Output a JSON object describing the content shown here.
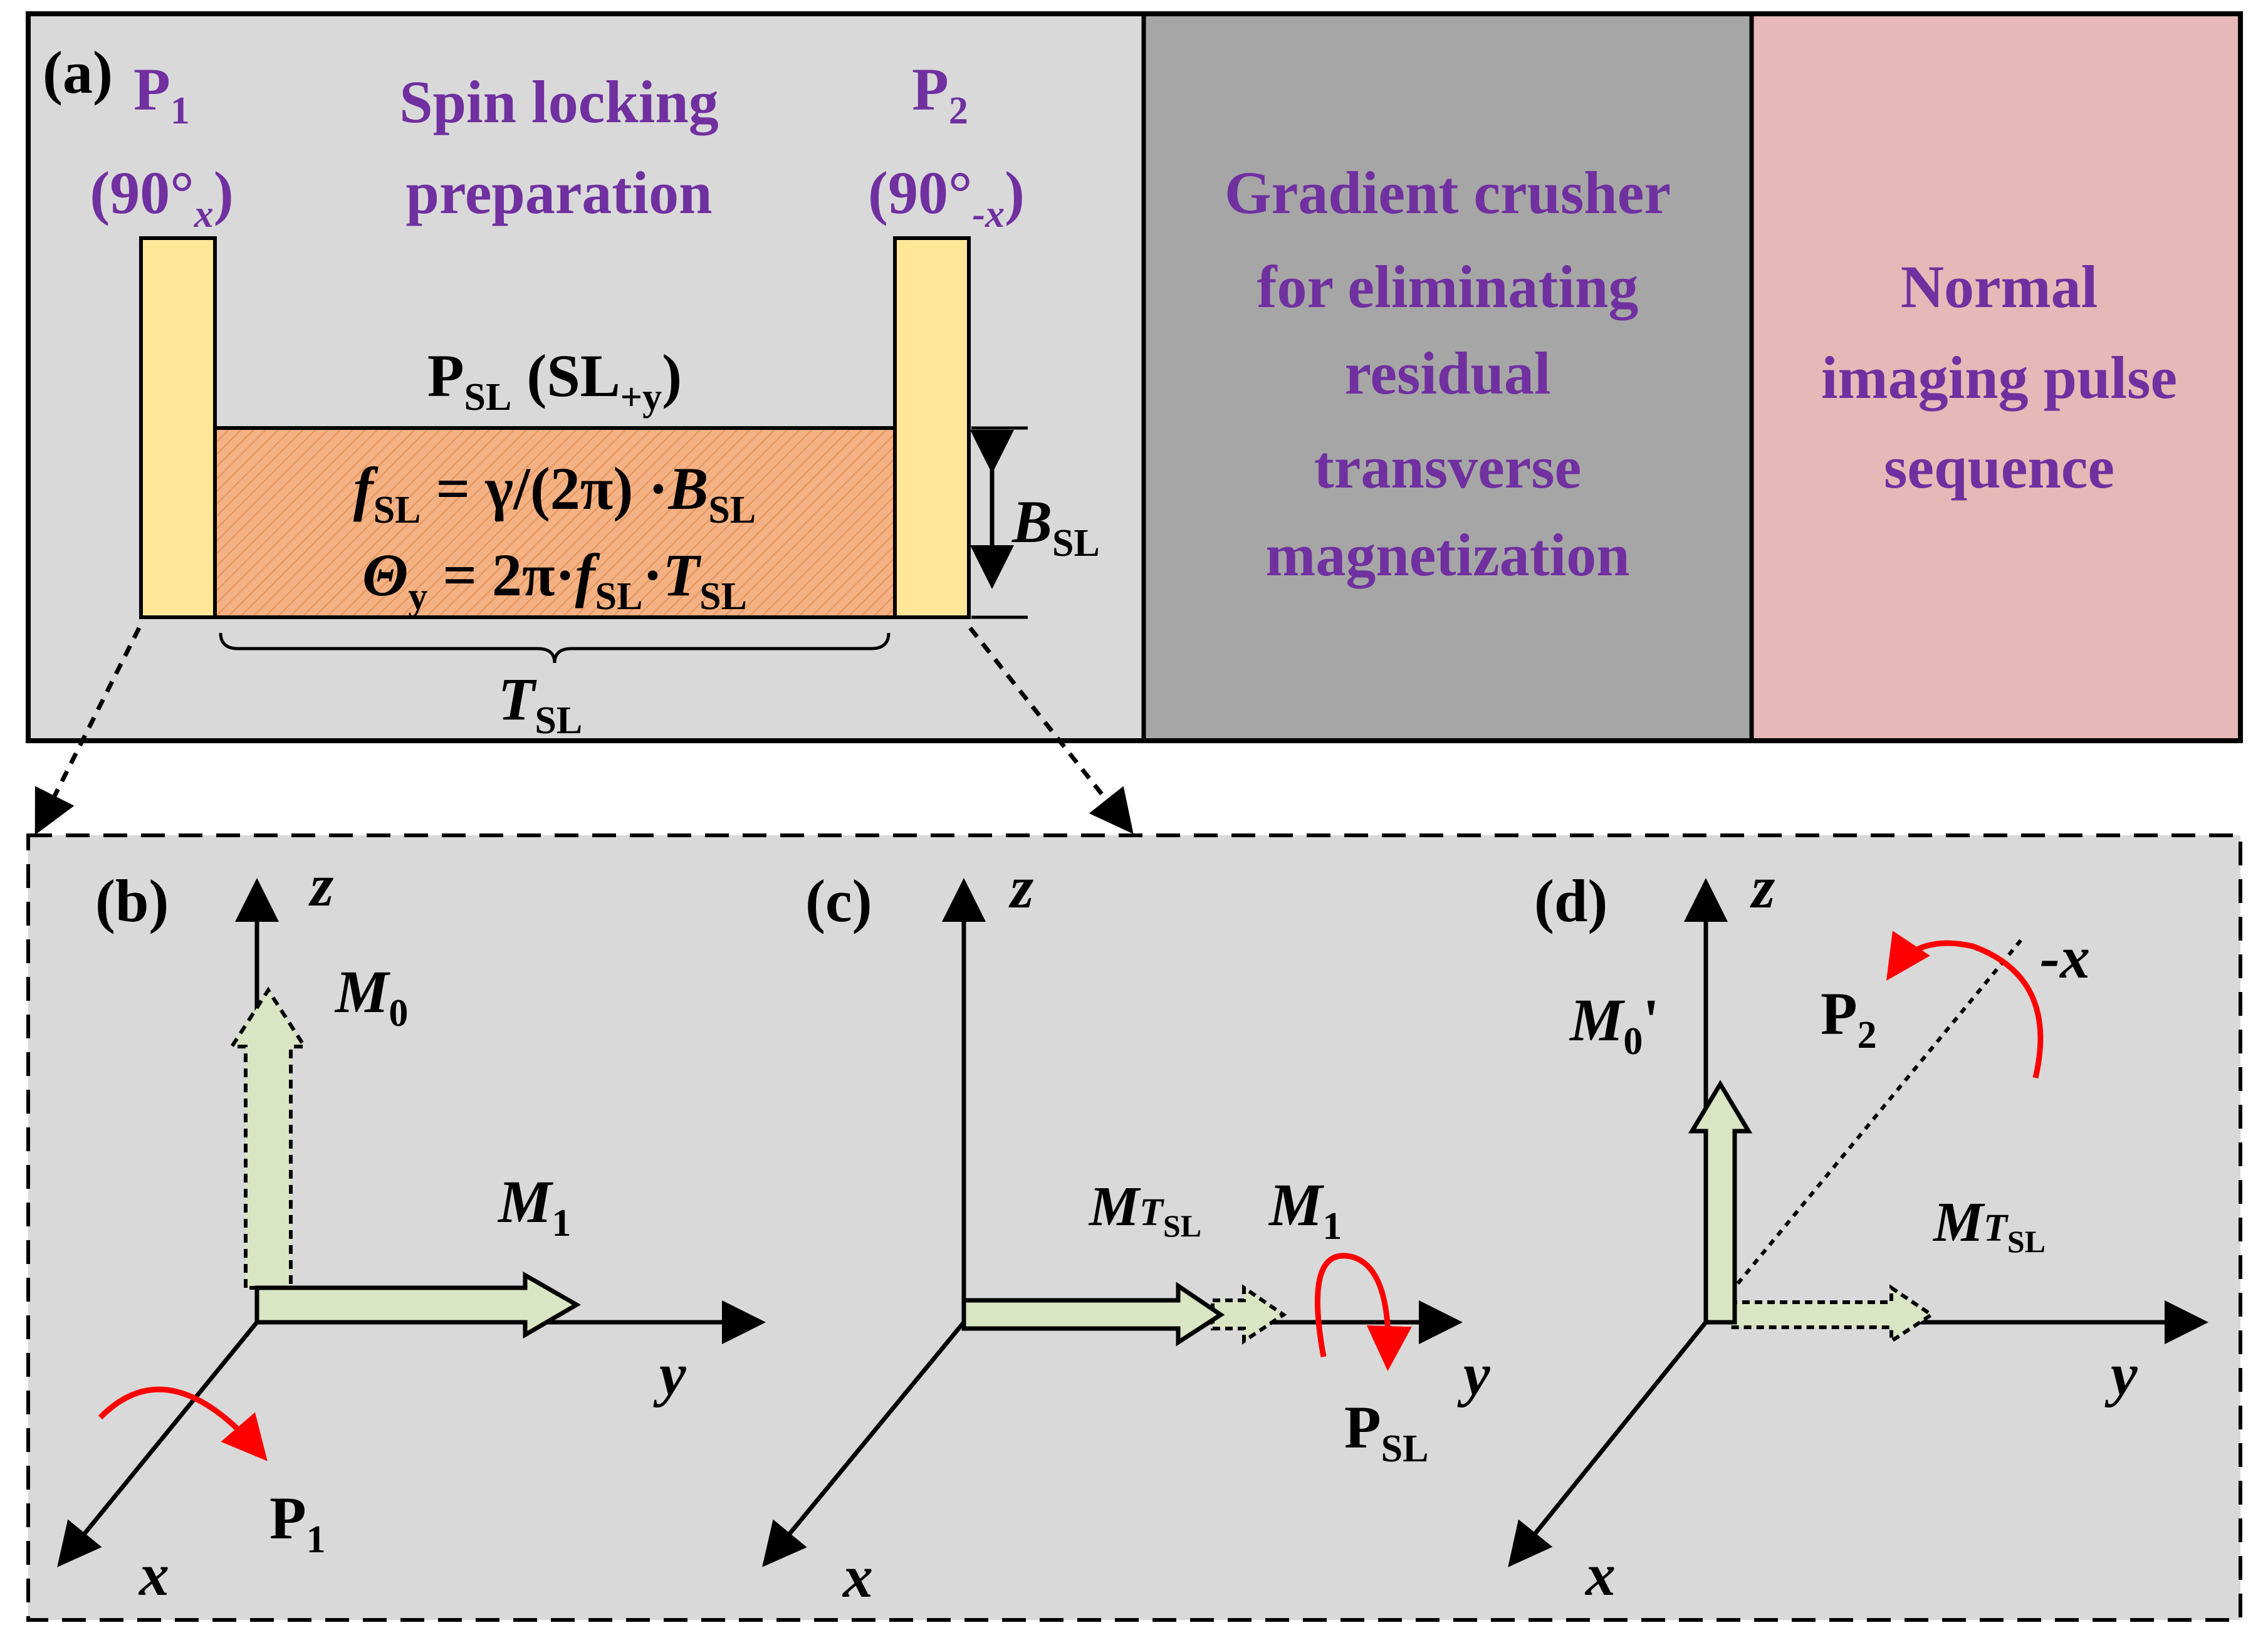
{
  "colors": {
    "panel_a_bg": "#d9d9d9",
    "crusher_bg": "#a6a6a6",
    "imaging_bg": "#e6b8b7",
    "bottom_bg": "#d9d9d9",
    "pulse_fill": "#ffe699",
    "sl_fill": "#f4b183",
    "vector_fill": "#d9e5c3",
    "label_purple": "#7030a0",
    "rotation_red": "#ff0000"
  },
  "panel_a": {
    "label": "(a)",
    "p1": {
      "name": "P",
      "sub": "1",
      "angle_main": "(90°",
      "angle_sub": "x",
      "angle_close": ")"
    },
    "title_line1": "Spin locking",
    "title_line2": "preparation",
    "p2": {
      "name": "P",
      "sub": "2",
      "angle_main": "(90°",
      "angle_sub": "-x",
      "angle_close": ")"
    },
    "psl": {
      "main": "P",
      "sub": "SL",
      "paren_open": " (SL",
      "paren_sub": "+y",
      "paren_close": ")"
    },
    "formula1": {
      "f": "f",
      "f_sub": "SL",
      "rhs": " = γ/(2π) ·",
      "b": "B",
      "b_sub": "SL"
    },
    "formula2": {
      "theta": "Θ",
      "theta_sub": "y",
      "rhs": " = 2π·",
      "f": "f",
      "f_sub": "SL",
      "dot": "·",
      "t": "T",
      "t_sub": "SL"
    },
    "bsl": {
      "main": "B",
      "sub": "SL"
    },
    "tsl": {
      "main": "T",
      "sub": "SL"
    }
  },
  "crusher": {
    "lines": [
      "Gradient crusher",
      "for eliminating",
      "residual",
      "transverse",
      "magnetization"
    ]
  },
  "imaging": {
    "lines": [
      "Normal",
      "imaging pulse",
      "sequence"
    ]
  },
  "panel_b": {
    "label": "(b)",
    "axis_z": "z",
    "axis_y": "y",
    "axis_x": "x",
    "m0": {
      "main": "M",
      "sub": "0"
    },
    "m1": {
      "main": "M",
      "sub": "1"
    },
    "pulse": {
      "main": "P",
      "sub": "1"
    }
  },
  "panel_c": {
    "label": "(c)",
    "axis_z": "z",
    "axis_y": "y",
    "axis_x": "x",
    "mtsl": {
      "main": "M",
      "sub_t": "T",
      "sub_sl": "SL"
    },
    "m1": {
      "main": "M",
      "sub": "1"
    },
    "pulse": {
      "main": "P",
      "sub": "SL"
    }
  },
  "panel_d": {
    "label": "(d)",
    "axis_z": "z",
    "axis_y": "y",
    "axis_x": "x",
    "axis_negx": "-x",
    "m0p": {
      "main": "M",
      "sub": "0",
      "prime": "'"
    },
    "mtsl": {
      "main": "M",
      "sub_t": "T",
      "sub_sl": "SL"
    },
    "pulse": {
      "main": "P",
      "sub": "2"
    }
  }
}
